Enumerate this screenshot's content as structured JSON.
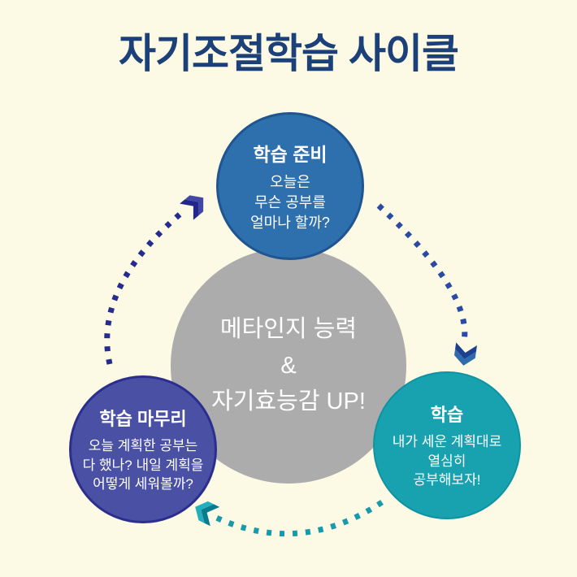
{
  "background_color": "#fcf9e4",
  "title": {
    "text": "자기조절학습 사이클",
    "color": "#1c4179"
  },
  "center_circle": {
    "lines": [
      "메타인지 능력",
      "&",
      "자기효능감 UP!"
    ],
    "fill": "#acacac",
    "text_color": "#ffffff"
  },
  "nodes": [
    {
      "id": "prepare",
      "title": "학습 준비",
      "body_lines": [
        "오늘은",
        "무슨 공부를",
        "얼마나 할까?"
      ],
      "fill": "#2e6fae",
      "border": "#1f5590",
      "text_color": "#ffffff"
    },
    {
      "id": "study",
      "title": "학습",
      "body_lines": [
        "내가 세운 계획대로",
        "열심히",
        "공부해보자!"
      ],
      "fill": "#18a2b0",
      "border": "#0d93a2",
      "text_color": "#ffffff"
    },
    {
      "id": "finish",
      "title": "학습 마무리",
      "body_lines": [
        "오늘 계획한 공부는",
        "다 했나? 내일 계획을",
        "어떻게 세워볼까?"
      ],
      "fill": "#4a51a4",
      "border": "#2c2e8f",
      "text_color": "#ffffff"
    }
  ],
  "arrows": [
    {
      "id": "finish-to-prepare",
      "from": "finish",
      "to": "prepare",
      "dot_color": "#262c8e",
      "head_dark": "#23278b",
      "head_light": "#4247a6"
    },
    {
      "id": "prepare-to-study",
      "from": "prepare",
      "to": "study",
      "dot_color": "#2b4aa3",
      "head_dark": "#1d418e",
      "head_light": "#2e6dad"
    },
    {
      "id": "study-to-finish",
      "from": "study",
      "to": "finish",
      "dot_color": "#189aab",
      "head_dark": "#0a7c8f",
      "head_light": "#23aebc"
    }
  ]
}
